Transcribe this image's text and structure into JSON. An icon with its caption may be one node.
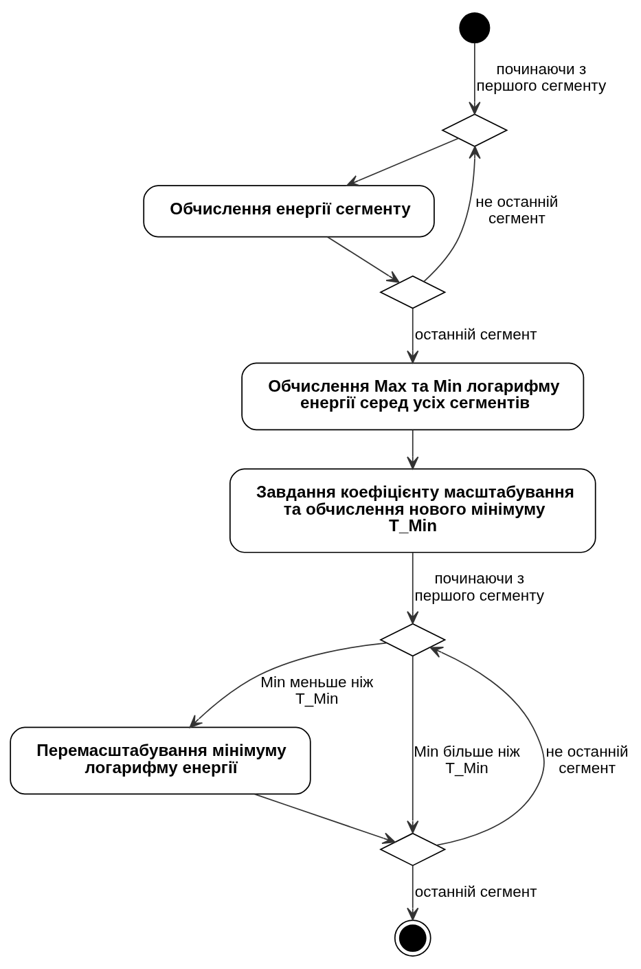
{
  "diagram": {
    "nodes": [
      {
        "text": [],
        "shape": "circle"
      },
      {
        "text": [],
        "shape": "diamond"
      },
      {
        "text": [
          "Обчислення енергії сегменту"
        ]
      },
      {
        "text": [],
        "shape": "diamond"
      },
      {
        "text": [
          "Обчислення Max та Min логарифму енергії серед усіх сегментів"
        ]
      },
      {
        "text": [
          "Завдання коефіцієнту масштабування та обчислення нового мінімуму T_Min"
        ]
      },
      {
        "text": [],
        "shape": "diamond"
      },
      {
        "text": [
          "Перемасштабування мінімуму логарифму енергії"
        ]
      },
      {
        "text": [],
        "shape": "diamond"
      },
      {
        "text": [],
        "shape": "circle"
      }
    ],
    "edges": [
      {
        "from": 0,
        "to": 1,
        "arrow": "to",
        "label": "починаючи з першого сегменту"
      },
      {
        "from": 1,
        "to": 2,
        "arrow": "to"
      },
      {
        "from": 2,
        "to": 3,
        "arrow": "to"
      },
      {
        "from": 3,
        "to": 1,
        "arrow": "to",
        "label": "не останній сегмент"
      },
      {
        "from": 3,
        "to": 4,
        "arrow": "to",
        "label": "останній сегмент"
      },
      {
        "from": 4,
        "to": 5,
        "arrow": "to"
      },
      {
        "from": 5,
        "to": 6,
        "arrow": "to",
        "label": "починаючи з першого сегменту"
      },
      {
        "from": 6,
        "to": 7,
        "arrow": "to",
        "label": "Min меньше ніж T_Min"
      },
      {
        "from": 6,
        "to": 8,
        "arrow": "to",
        "label": "Min більше ніж T_Min"
      },
      {
        "from": 7,
        "to": 8,
        "arrow": "to"
      },
      {
        "from": 8,
        "to": 6,
        "arrow": "to",
        "label": "не останній сегмент"
      },
      {
        "from": 8,
        "to": 9,
        "arrow": "to",
        "label": "останній сегмент"
      }
    ]
  }
}
